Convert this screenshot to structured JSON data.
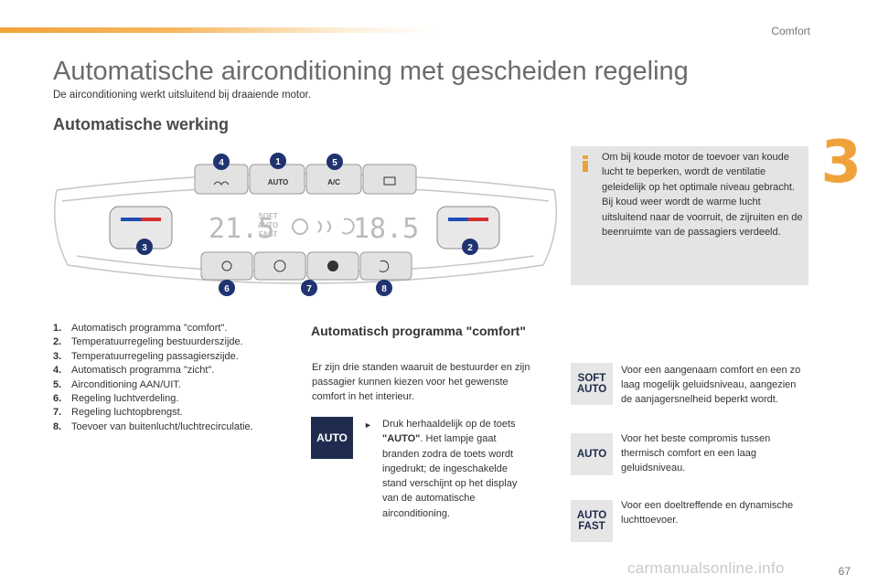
{
  "header": {
    "section": "Comfort",
    "chapter": "3",
    "page_number": "67"
  },
  "title": "Automatische airconditioning met gescheiden regeling",
  "subtitle": "De airconditioning werkt uitsluitend bij draaiende motor.",
  "section_heading": "Automatische werking",
  "panel": {
    "buttons_top": [
      "AUTO",
      "A/C"
    ],
    "left_temp": "21.5",
    "right_temp": "18.5",
    "display_mode": [
      "SOFT",
      "AUTO",
      "FAST"
    ],
    "callouts": [
      "1",
      "2",
      "3",
      "4",
      "5",
      "6",
      "7",
      "8"
    ]
  },
  "info": {
    "text_1": "Om bij koude motor de toevoer van koude lucht te beperken, wordt de ventilatie geleidelijk op het optimale niveau gebracht.",
    "text_2": "Bij koud weer wordt de warme lucht uitsluitend naar de voorruit, de zijruiten en de beenruimte van de passagiers verdeeld."
  },
  "legend": [
    {
      "num": "1.",
      "text": "Automatisch programma \"comfort\"."
    },
    {
      "num": "2.",
      "text": "Temperatuurregeling bestuurderszijde."
    },
    {
      "num": "3.",
      "text": "Temperatuurregeling passagierszijde."
    },
    {
      "num": "4.",
      "text": "Automatisch programma \"zicht\"."
    },
    {
      "num": "5.",
      "text": "Airconditioning AAN/UIT."
    },
    {
      "num": "6.",
      "text": "Regeling luchtverdeling."
    },
    {
      "num": "7.",
      "text": "Regeling luchtopbrengst."
    },
    {
      "num": "8.",
      "text": "Toevoer van buitenlucht/luchtrecirculatie."
    }
  ],
  "comfort": {
    "heading": "Automatisch programma \"comfort\"",
    "intro": "Er zijn drie standen waaruit de bestuurder en zijn passagier kunnen kiezen voor het gewenste comfort in het interieur.",
    "auto_label": "AUTO",
    "step_pre": "Druk herhaaldelijk op de toets ",
    "step_bold": "\"AUTO\"",
    "step_post": ". Het lampje gaat branden zodra de toets wordt ingedrukt; de ingeschakelde stand verschijnt op het display van de automatische airconditioning.",
    "modes": [
      {
        "lines": [
          "SOFT",
          "AUTO"
        ],
        "text": "Voor een aangenaam comfort en een zo laag mogelijk geluidsniveau, aangezien de aanjagersnelheid beperkt wordt."
      },
      {
        "lines": [
          "AUTO"
        ],
        "text": "Voor het beste compromis tussen thermisch comfort en een laag geluidsniveau."
      },
      {
        "lines": [
          "AUTO",
          "FAST"
        ],
        "text": "Voor een doeltreffende en dynamische luchttoevoer."
      }
    ]
  },
  "watermark": "carmanualsonline.info"
}
